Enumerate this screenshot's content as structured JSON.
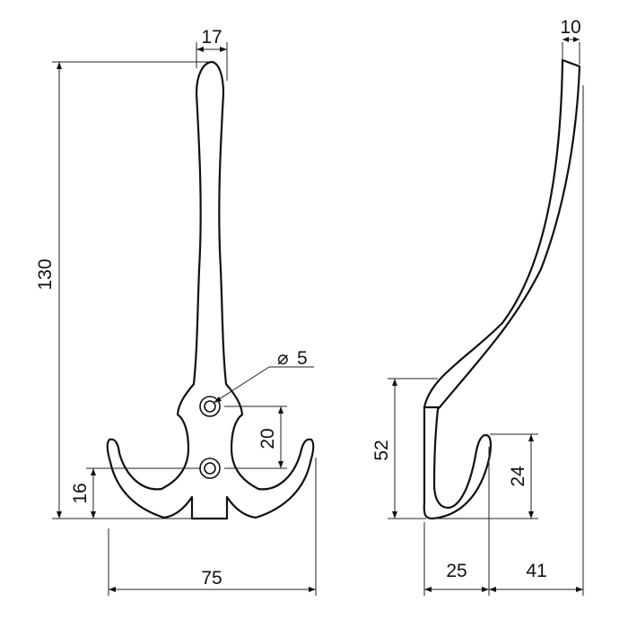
{
  "dimensions": {
    "front_width_top": "17",
    "front_height": "130",
    "hole_diameter_symbol": "⌀",
    "hole_diameter": "5",
    "hole_spacing": "20",
    "lower_hook_height": "16",
    "front_total_width": "75",
    "side_thickness_top": "10",
    "side_base_height": "52",
    "side_hook_height": "24",
    "side_depth_base": "25",
    "side_depth_extra": "41"
  },
  "colors": {
    "line": "#111111",
    "background": "#ffffff"
  }
}
